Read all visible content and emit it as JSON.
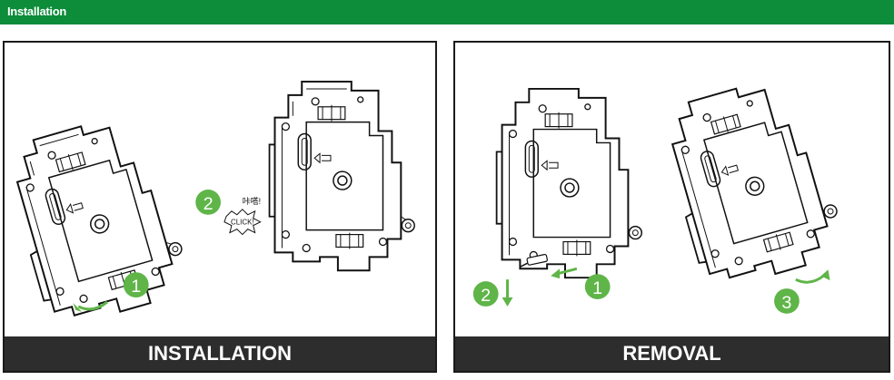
{
  "header": {
    "title": "Installation"
  },
  "installation": {
    "footer_label": "INSTALLATION",
    "steps": [
      "1",
      "2"
    ],
    "click_label": "CLICK!",
    "chinese_label": "咔嗒!"
  },
  "removal": {
    "footer_label": "REMOVAL",
    "steps": [
      "1",
      "2",
      "3"
    ]
  },
  "colors": {
    "brand_green": "#0d8c3a",
    "step_green": "#5fb548",
    "footer_dark": "#2d2d2d"
  }
}
